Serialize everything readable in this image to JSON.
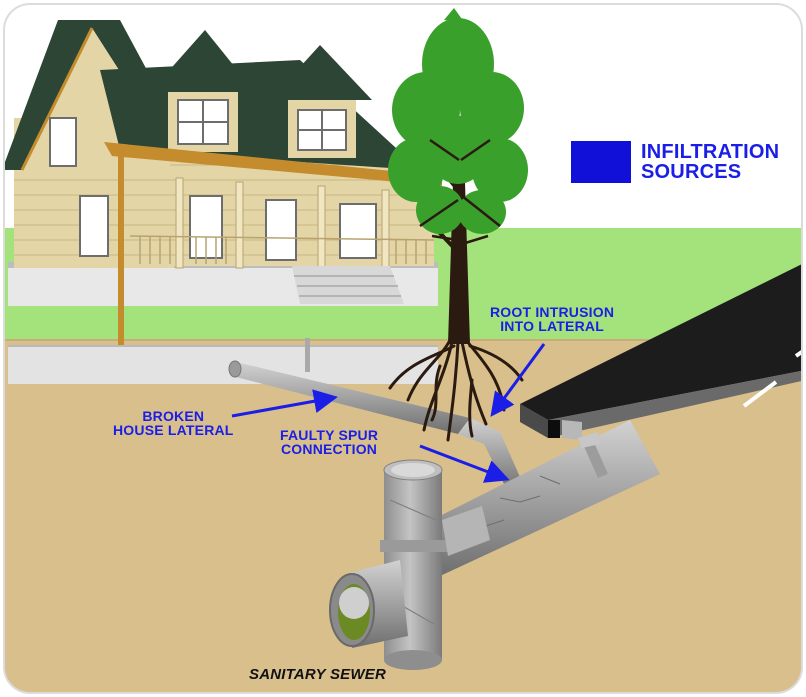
{
  "legend": {
    "swatch_color": "#1010d8",
    "text_line1": "INFILTRATION",
    "text_line2": "SOURCES"
  },
  "labels": {
    "root_intrusion_line1": "ROOT INTRUSION",
    "root_intrusion_line2": "INTO LATERAL",
    "broken_lateral_line1": "BROKEN",
    "broken_lateral_line2": "HOUSE LATERAL",
    "faulty_spur_line1": "FAULTY SPUR",
    "faulty_spur_line2": "CONNECTION",
    "sanitary_sewer": "SANITARY SEWER"
  },
  "colors": {
    "label_blue": "#1a1ee6",
    "soil": "#d8bf8c",
    "grass": "#a4e27c",
    "pipe": "#a9a9a9",
    "house_siding": "#e4d5a6",
    "roof": "#2d4535",
    "road": "#1c1c1c"
  }
}
